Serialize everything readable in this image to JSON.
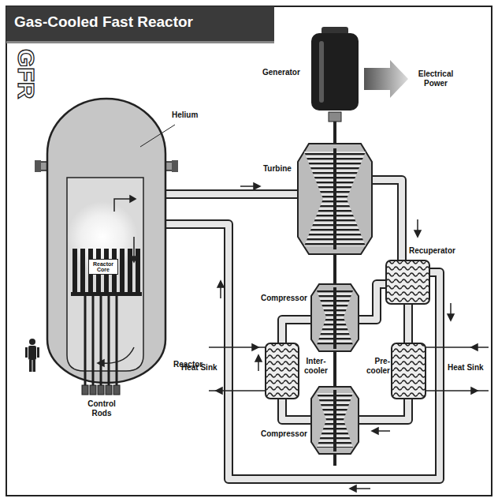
{
  "diagram": {
    "title": "Gas-Cooled Fast Reactor",
    "nodes": [
      {
        "text": [
          "Reactor Core"
        ]
      }
    ],
    "labels": [
      "GFR",
      "Helium",
      "Generator",
      "Turbine",
      "Recuperator",
      "Compressor",
      "Inter-cooler",
      "Pre-cooler",
      "Heat Sink",
      "Heat Sink",
      "Reactor",
      "Control Rods",
      "Compressor",
      "Electrical Power"
    ]
  }
}
